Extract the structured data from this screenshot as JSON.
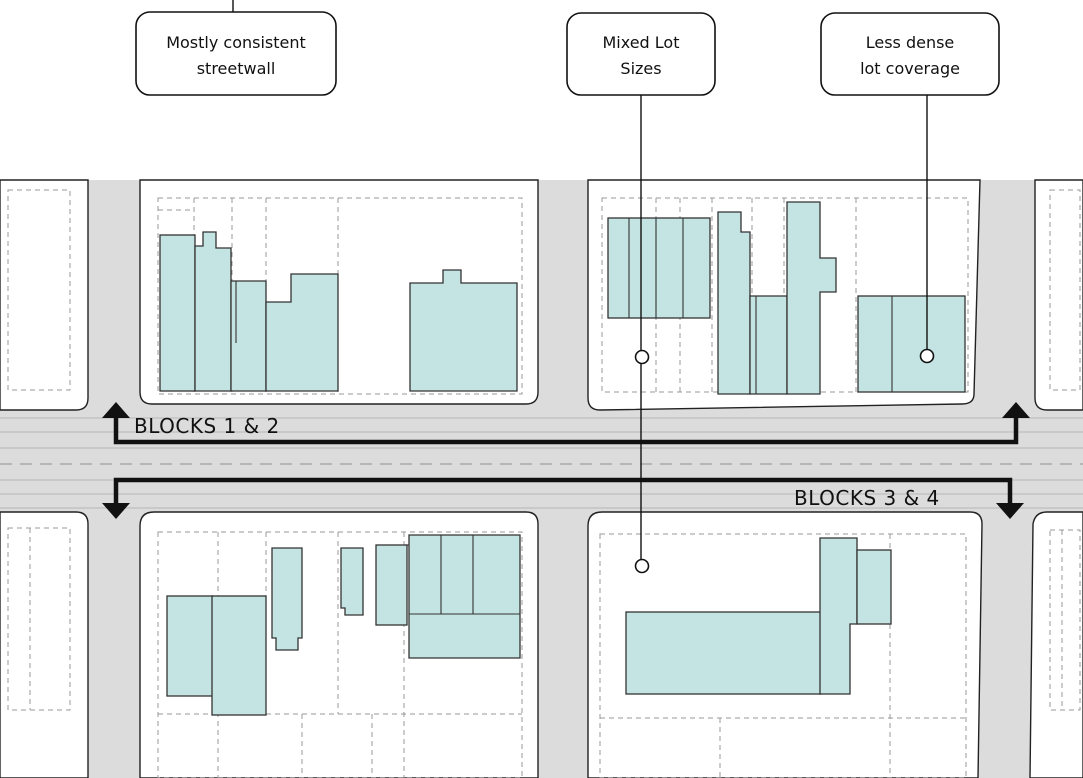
{
  "callouts": [
    {
      "id": "streetwall",
      "lines": [
        "Mostly consistent",
        "streetwall"
      ]
    },
    {
      "id": "lot-sizes",
      "lines": [
        "Mixed Lot",
        "Sizes"
      ]
    },
    {
      "id": "lot-coverage",
      "lines": [
        "Less dense",
        "lot coverage"
      ]
    }
  ],
  "labels": {
    "north_blocks": "BLOCKS 1 & 2",
    "south_blocks": "BLOCKS 3 & 4"
  },
  "colors": {
    "building_fill": "#c3e4e2",
    "road": "#dcdcdc",
    "outline": "#222222"
  }
}
